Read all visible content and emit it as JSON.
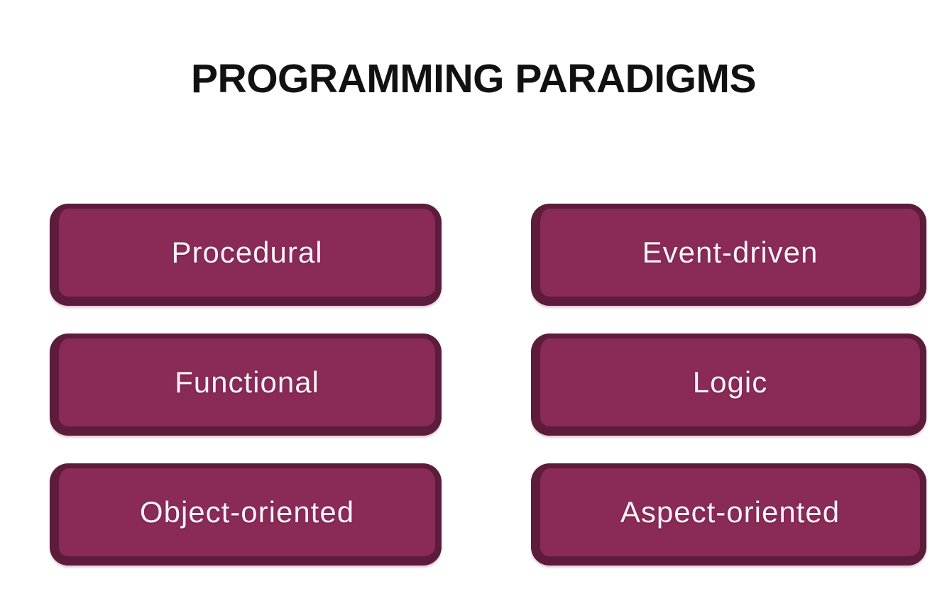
{
  "title": "PROGRAMMING PARADIGMS",
  "colors": {
    "background": "#ffffff",
    "title_color": "#111111",
    "card_fill": "#8a2a56",
    "card_border": "#5d1c3c",
    "card_text": "#f8f2f6"
  },
  "cards": [
    {
      "label": "Procedural"
    },
    {
      "label": "Event-driven"
    },
    {
      "label": "Functional"
    },
    {
      "label": "Logic"
    },
    {
      "label": "Object-oriented"
    },
    {
      "label": "Aspect-oriented"
    }
  ]
}
